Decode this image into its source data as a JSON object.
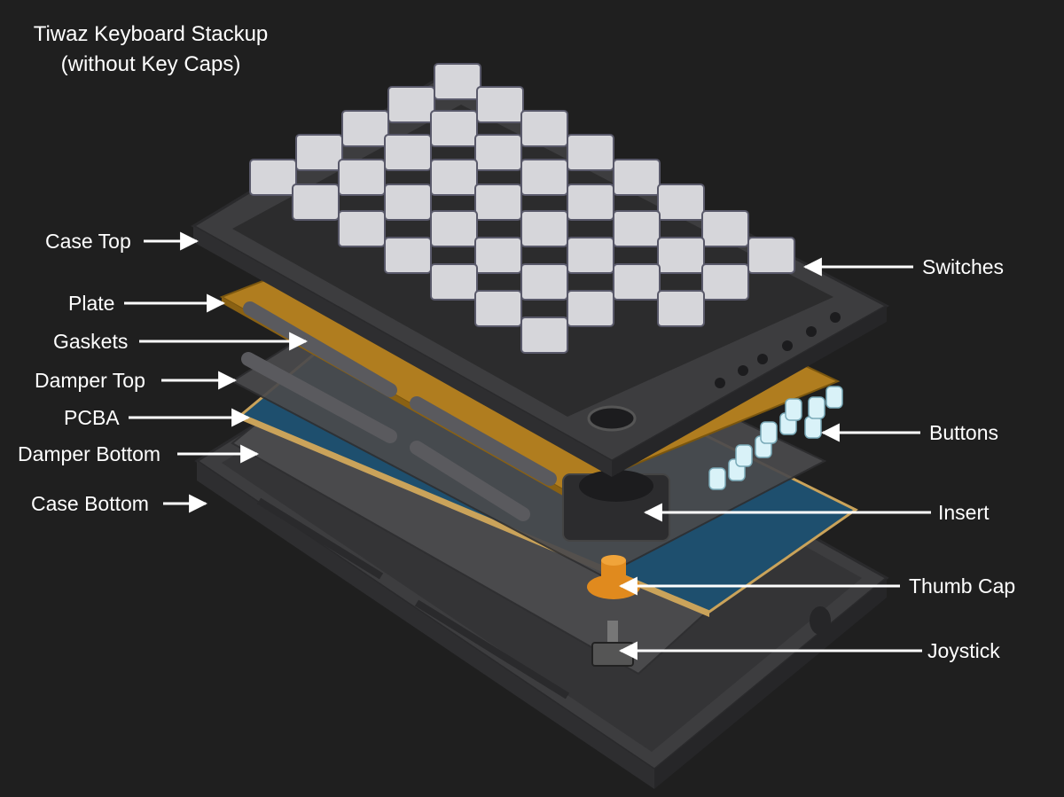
{
  "title": {
    "line1": "Tiwaz Keyboard Stackup",
    "line2": "(without Key Caps)"
  },
  "labels": {
    "case_top": "Case Top",
    "plate": "Plate",
    "gaskets": "Gaskets",
    "damper_top": "Damper Top",
    "pcba": "PCBA",
    "damper_bottom": "Damper Bottom",
    "case_bottom": "Case Bottom",
    "switches": "Switches",
    "buttons": "Buttons",
    "insert": "Insert",
    "thumb_cap": "Thumb Cap",
    "joystick": "Joystick"
  },
  "colors": {
    "background": "#1f1f1f",
    "case": "#3d3d3f",
    "case_edge": "#2a2a2c",
    "plate": "#b07d1f",
    "pcb": "#1e4f6e",
    "switch": "#d6d6da",
    "switch_stem": "#59596a",
    "button": "#d9f2f8",
    "thumb_cap": "#e08a1e",
    "label": "#ffffff"
  }
}
